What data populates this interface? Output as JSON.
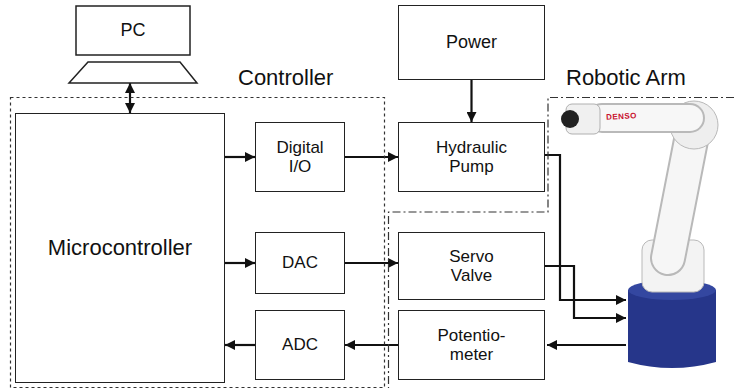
{
  "diagram": {
    "nodes": [
      {
        "text": [
          "PC"
        ]
      },
      {
        "text": [
          "Power"
        ]
      },
      {
        "text": [
          "Controller"
        ]
      },
      {
        "text": [
          "Microcontroller"
        ],
        "in": 2
      },
      {
        "text": [
          "Digital I/O"
        ],
        "in": 2
      },
      {
        "text": [
          "DAC"
        ],
        "in": 2
      },
      {
        "text": [
          "ADC"
        ],
        "in": 2
      },
      {
        "text": [
          "Robotic Arm"
        ]
      },
      {
        "text": [
          "Hydraulic Pump"
        ]
      },
      {
        "text": [
          "Servo Valve"
        ],
        "in": 7
      },
      {
        "text": [
          "Potentio- meter"
        ],
        "in": 7
      }
    ],
    "edges": [
      {
        "from": 0,
        "to": 3,
        "arrow": "both"
      },
      {
        "from": 3,
        "to": 4,
        "arrow": "to"
      },
      {
        "from": 3,
        "to": 5,
        "arrow": "to"
      },
      {
        "from": 6,
        "to": 3,
        "arrow": "to"
      },
      {
        "from": 1,
        "to": 8,
        "arrow": "to"
      },
      {
        "from": 4,
        "to": 8,
        "arrow": "to"
      },
      {
        "from": 5,
        "to": 9,
        "arrow": "to"
      },
      {
        "from": 10,
        "to": 6,
        "arrow": "to"
      }
    ],
    "labels": [
      "DENSO"
    ]
  }
}
